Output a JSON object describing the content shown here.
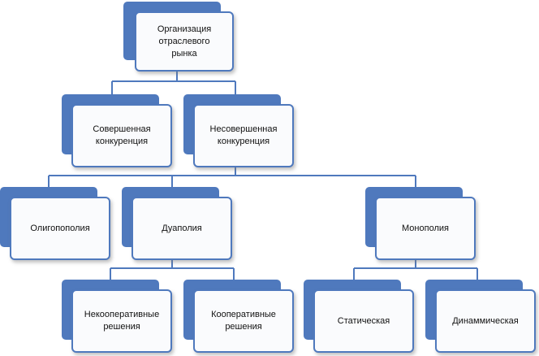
{
  "colors": {
    "accent": "#4f79bd",
    "box_fill": "#fafbfd",
    "connector": "#4f79bd"
  },
  "nodes": {
    "root": "Организация\nотраслевого\nрынка",
    "perfect": "Совершенная\nконкуренция",
    "imperfect": "Несовершенная\nконкуренция",
    "oligopoly": "Олигопополия",
    "duopoly": "Дуаполия",
    "monopoly": "Монополия",
    "noncoop": "Некооперативные\nрешения",
    "coop": "Кооперативные\nрешения",
    "static": "Статическая",
    "dynamic": "Динаммическая"
  }
}
